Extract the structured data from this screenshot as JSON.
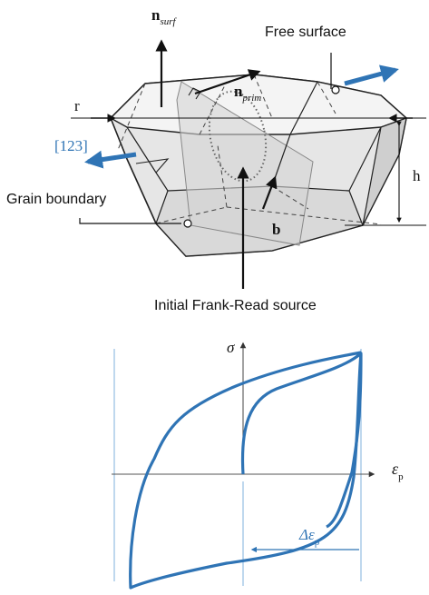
{
  "grain_figure": {
    "labels": {
      "n_surf": {
        "main": "n",
        "sub": "surf"
      },
      "n_prim": {
        "main": "n",
        "sub": "prim"
      },
      "free_surface": "Free surface",
      "r": "r",
      "direction_123": "[123]",
      "h": "h",
      "grain_boundary": "Grain boundary",
      "b": "b",
      "frank_read": "Initial Frank-Read source"
    },
    "colors": {
      "blue_arrow": "#2f74b5",
      "direction_text": "#2f74b5",
      "grain_face": "#e4e4e4",
      "grain_face_dark": "#c9c9c9",
      "slip_plane": "#d9d9d9"
    }
  },
  "hysteresis_figure": {
    "labels": {
      "y_axis": "σ",
      "x_axis": {
        "main": "ε",
        "sub": "p"
      },
      "delta": {
        "main": "Δε",
        "sub": "p"
      }
    },
    "colors": {
      "loop": "#2f74b5",
      "guide_lines": "#7fb0dc",
      "axes": "#444444"
    }
  }
}
